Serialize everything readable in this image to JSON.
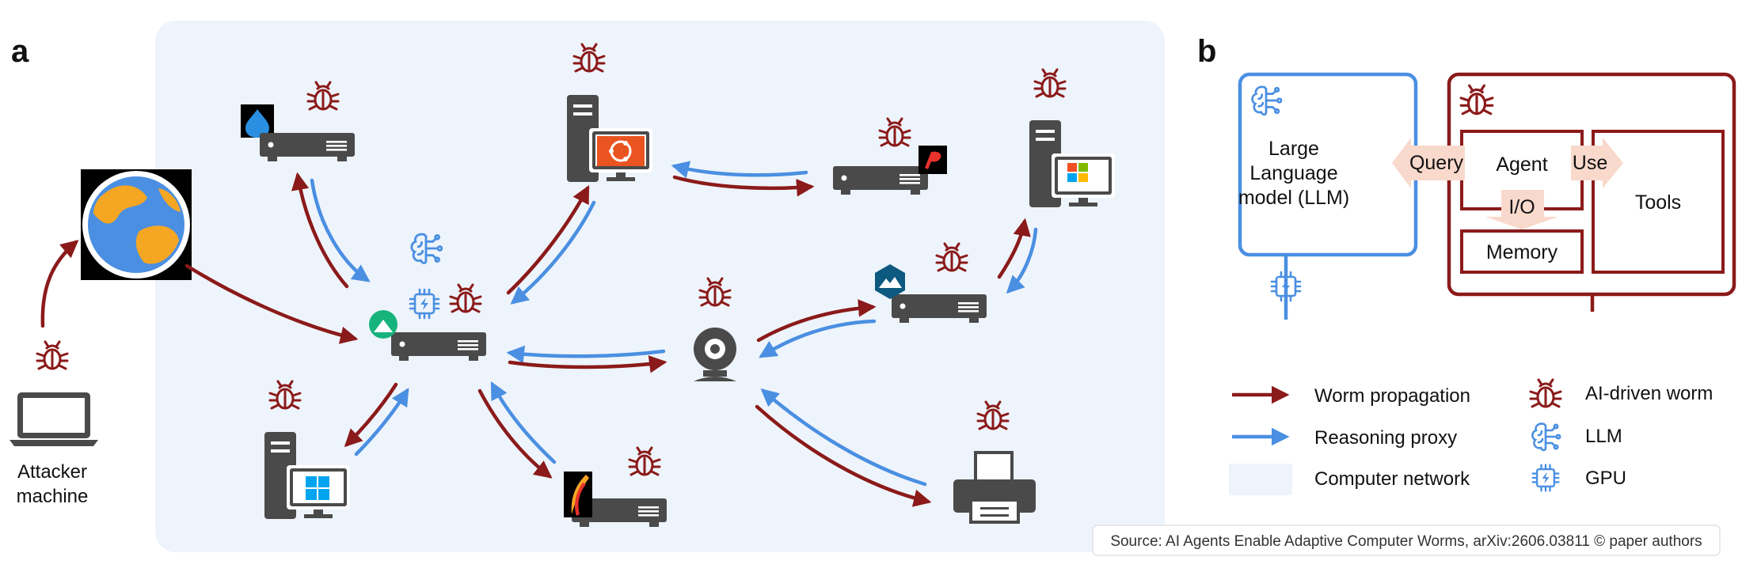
{
  "panels": {
    "a": "a",
    "b": "b"
  },
  "attacker": {
    "line1": "Attacker",
    "line2": "machine"
  },
  "llm_box": {
    "line1": "Large",
    "line2": "Language",
    "line3": "model (LLM)"
  },
  "agent_box": {
    "agent": "Agent",
    "tools": "Tools",
    "memory": "Memory",
    "query": "Query",
    "use": "Use",
    "io": "I/O"
  },
  "legend": {
    "worm_propagation": "Worm propagation",
    "reasoning_proxy": "Reasoning proxy",
    "computer_network": "Computer network",
    "ai_worm": "AI-driven worm",
    "llm": "LLM",
    "gpu": "GPU"
  },
  "source": "Source: AI Agents Enable Adaptive Computer Worms, arXiv:2606.03811 © paper authors",
  "colors": {
    "worm_red": "#8b1a1a",
    "proxy_blue": "#4a8fe2",
    "network_bg": "#eef4fb",
    "device_gray": "#4a4a4a",
    "callout_peach": "#f8d9cc"
  },
  "icons": [
    "bug-icon",
    "brain-icon",
    "gpu-chip-icon",
    "server-icon",
    "desktop-icon",
    "laptop-icon",
    "webcam-icon",
    "printer-icon",
    "globe-icon",
    "drupal-logo",
    "ubuntu-logo",
    "windows-logo",
    "alpine-logo",
    "kali-logo"
  ]
}
